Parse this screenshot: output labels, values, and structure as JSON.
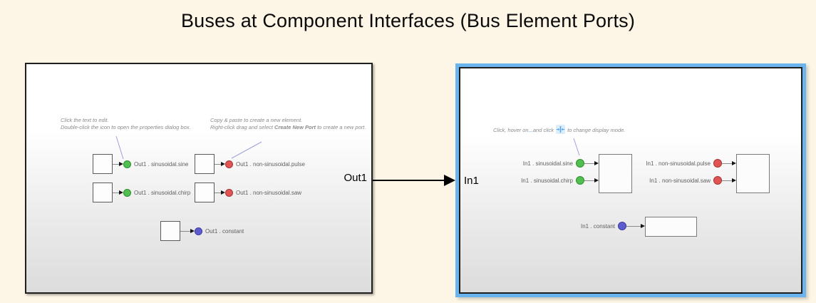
{
  "page": {
    "title": "Buses at Component Interfaces (Bus Element Ports)",
    "background_color": "#fdf6e6",
    "selection_color": "#6cb4ee"
  },
  "connection": {
    "from": "Out1",
    "to": "In1"
  },
  "left": {
    "out_label": "Out1",
    "annotation_edit": {
      "line1": "Click the text to edit.",
      "line2": "Double-click the icon to open the properties dialog box."
    },
    "annotation_copy": {
      "line1": "Copy & paste to create a new element.",
      "line2_prefix": "Right-click drag and select ",
      "line2_emphasis": "Create New Port",
      "line2_suffix": " to create a new port."
    },
    "ports": [
      {
        "label": "Out1 . sinusoidal.sine",
        "fill": "#4fbf4f",
        "border": "#2f8f2f"
      },
      {
        "label": "Out1 . sinusoidal.chirp",
        "fill": "#4fbf4f",
        "border": "#2f8f2f"
      },
      {
        "label": "Out1 . non-sinusoidal.pulse",
        "fill": "#e05454",
        "border": "#a83232"
      },
      {
        "label": "Out1 . non-sinusoidal.saw",
        "fill": "#e05454",
        "border": "#a83232"
      },
      {
        "label": "Out1 . constant",
        "fill": "#5d5dd0",
        "border": "#3c3c9e"
      }
    ]
  },
  "right": {
    "in_label": "In1",
    "annotation": {
      "part1": "Click, hover on ",
      "dots": "...",
      "part2": " and click",
      "icon": "display-mode-icon",
      "part3": "to change display mode."
    },
    "ports": [
      {
        "label": "In1 . sinusoidal.sine",
        "fill": "#4fbf4f",
        "border": "#2f8f2f"
      },
      {
        "label": "In1 . sinusoidal.chirp",
        "fill": "#4fbf4f",
        "border": "#2f8f2f"
      },
      {
        "label": "In1 . non-sinusoidal.pulse",
        "fill": "#e05454",
        "border": "#a83232"
      },
      {
        "label": "In1 . non-sinusoidal.saw",
        "fill": "#e05454",
        "border": "#a83232"
      },
      {
        "label": "In1 . constant",
        "fill": "#5d5dd0",
        "border": "#3c3c9e"
      }
    ]
  }
}
